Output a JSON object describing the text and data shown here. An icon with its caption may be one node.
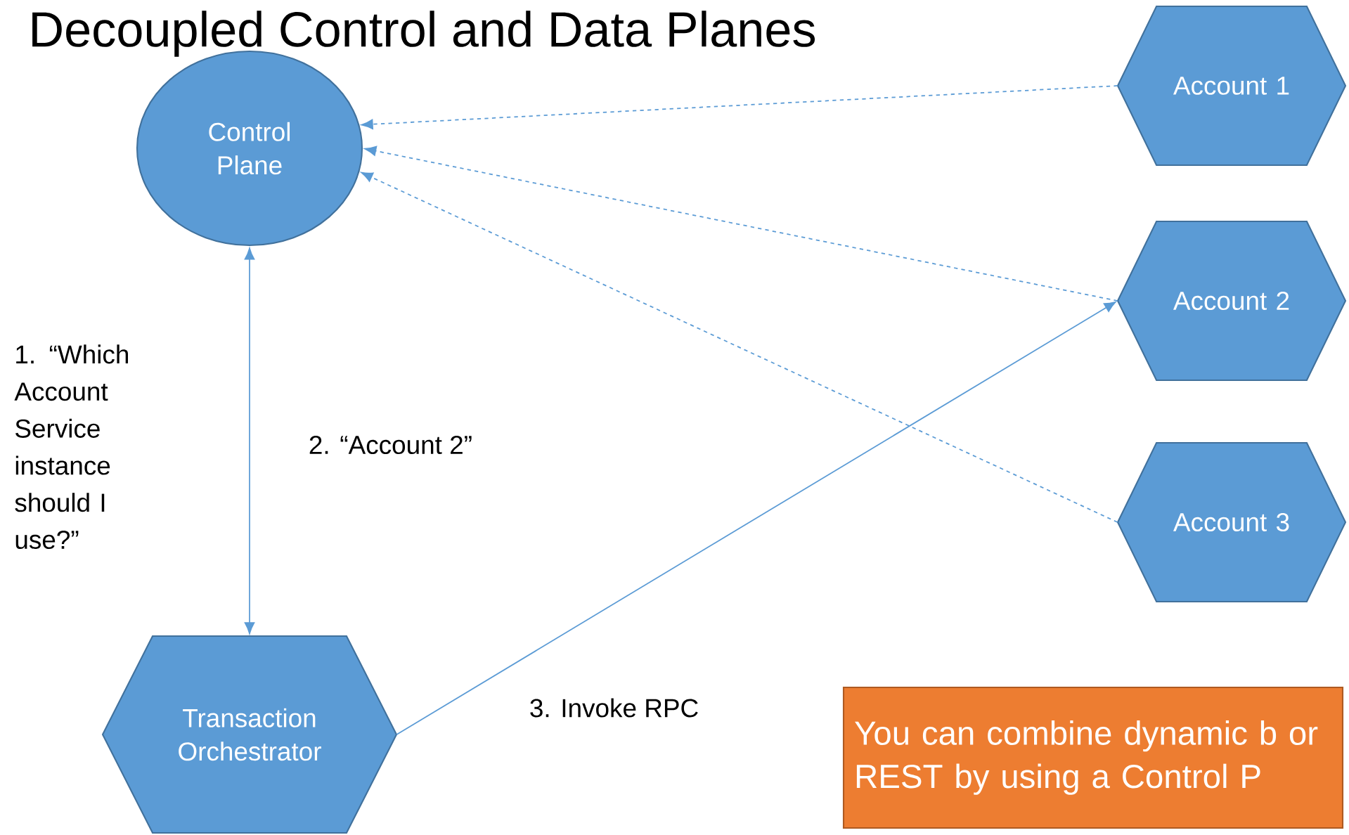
{
  "diagram": {
    "title": "Decoupled Control and Data Planes",
    "nodes": [
      {
        "text": [
          "Control Plane"
        ]
      },
      {
        "text": [
          "Account 1"
        ]
      },
      {
        "text": [
          "Account 2"
        ]
      },
      {
        "text": [
          "Account 3"
        ]
      },
      {
        "text": [
          "Transaction Orchestrator"
        ]
      },
      {
        "text": [
          "You can combine dynamic b or REST by using a Control P"
        ]
      }
    ],
    "edges": [
      {
        "from": 1,
        "to": 0,
        "arrow": "to",
        "style": "dashed"
      },
      {
        "from": 2,
        "to": 0,
        "arrow": "to",
        "style": "dashed"
      },
      {
        "from": 3,
        "to": 0,
        "arrow": "to",
        "style": "dashed"
      },
      {
        "from": 0,
        "to": 4,
        "arrow": "both",
        "label": "2. “Account 2”"
      },
      {
        "from": 4,
        "to": 2,
        "arrow": "to",
        "label": "3. Invoke RPC"
      }
    ],
    "labels": [
      "1. “Which Account Service instance should I use?”"
    ]
  }
}
